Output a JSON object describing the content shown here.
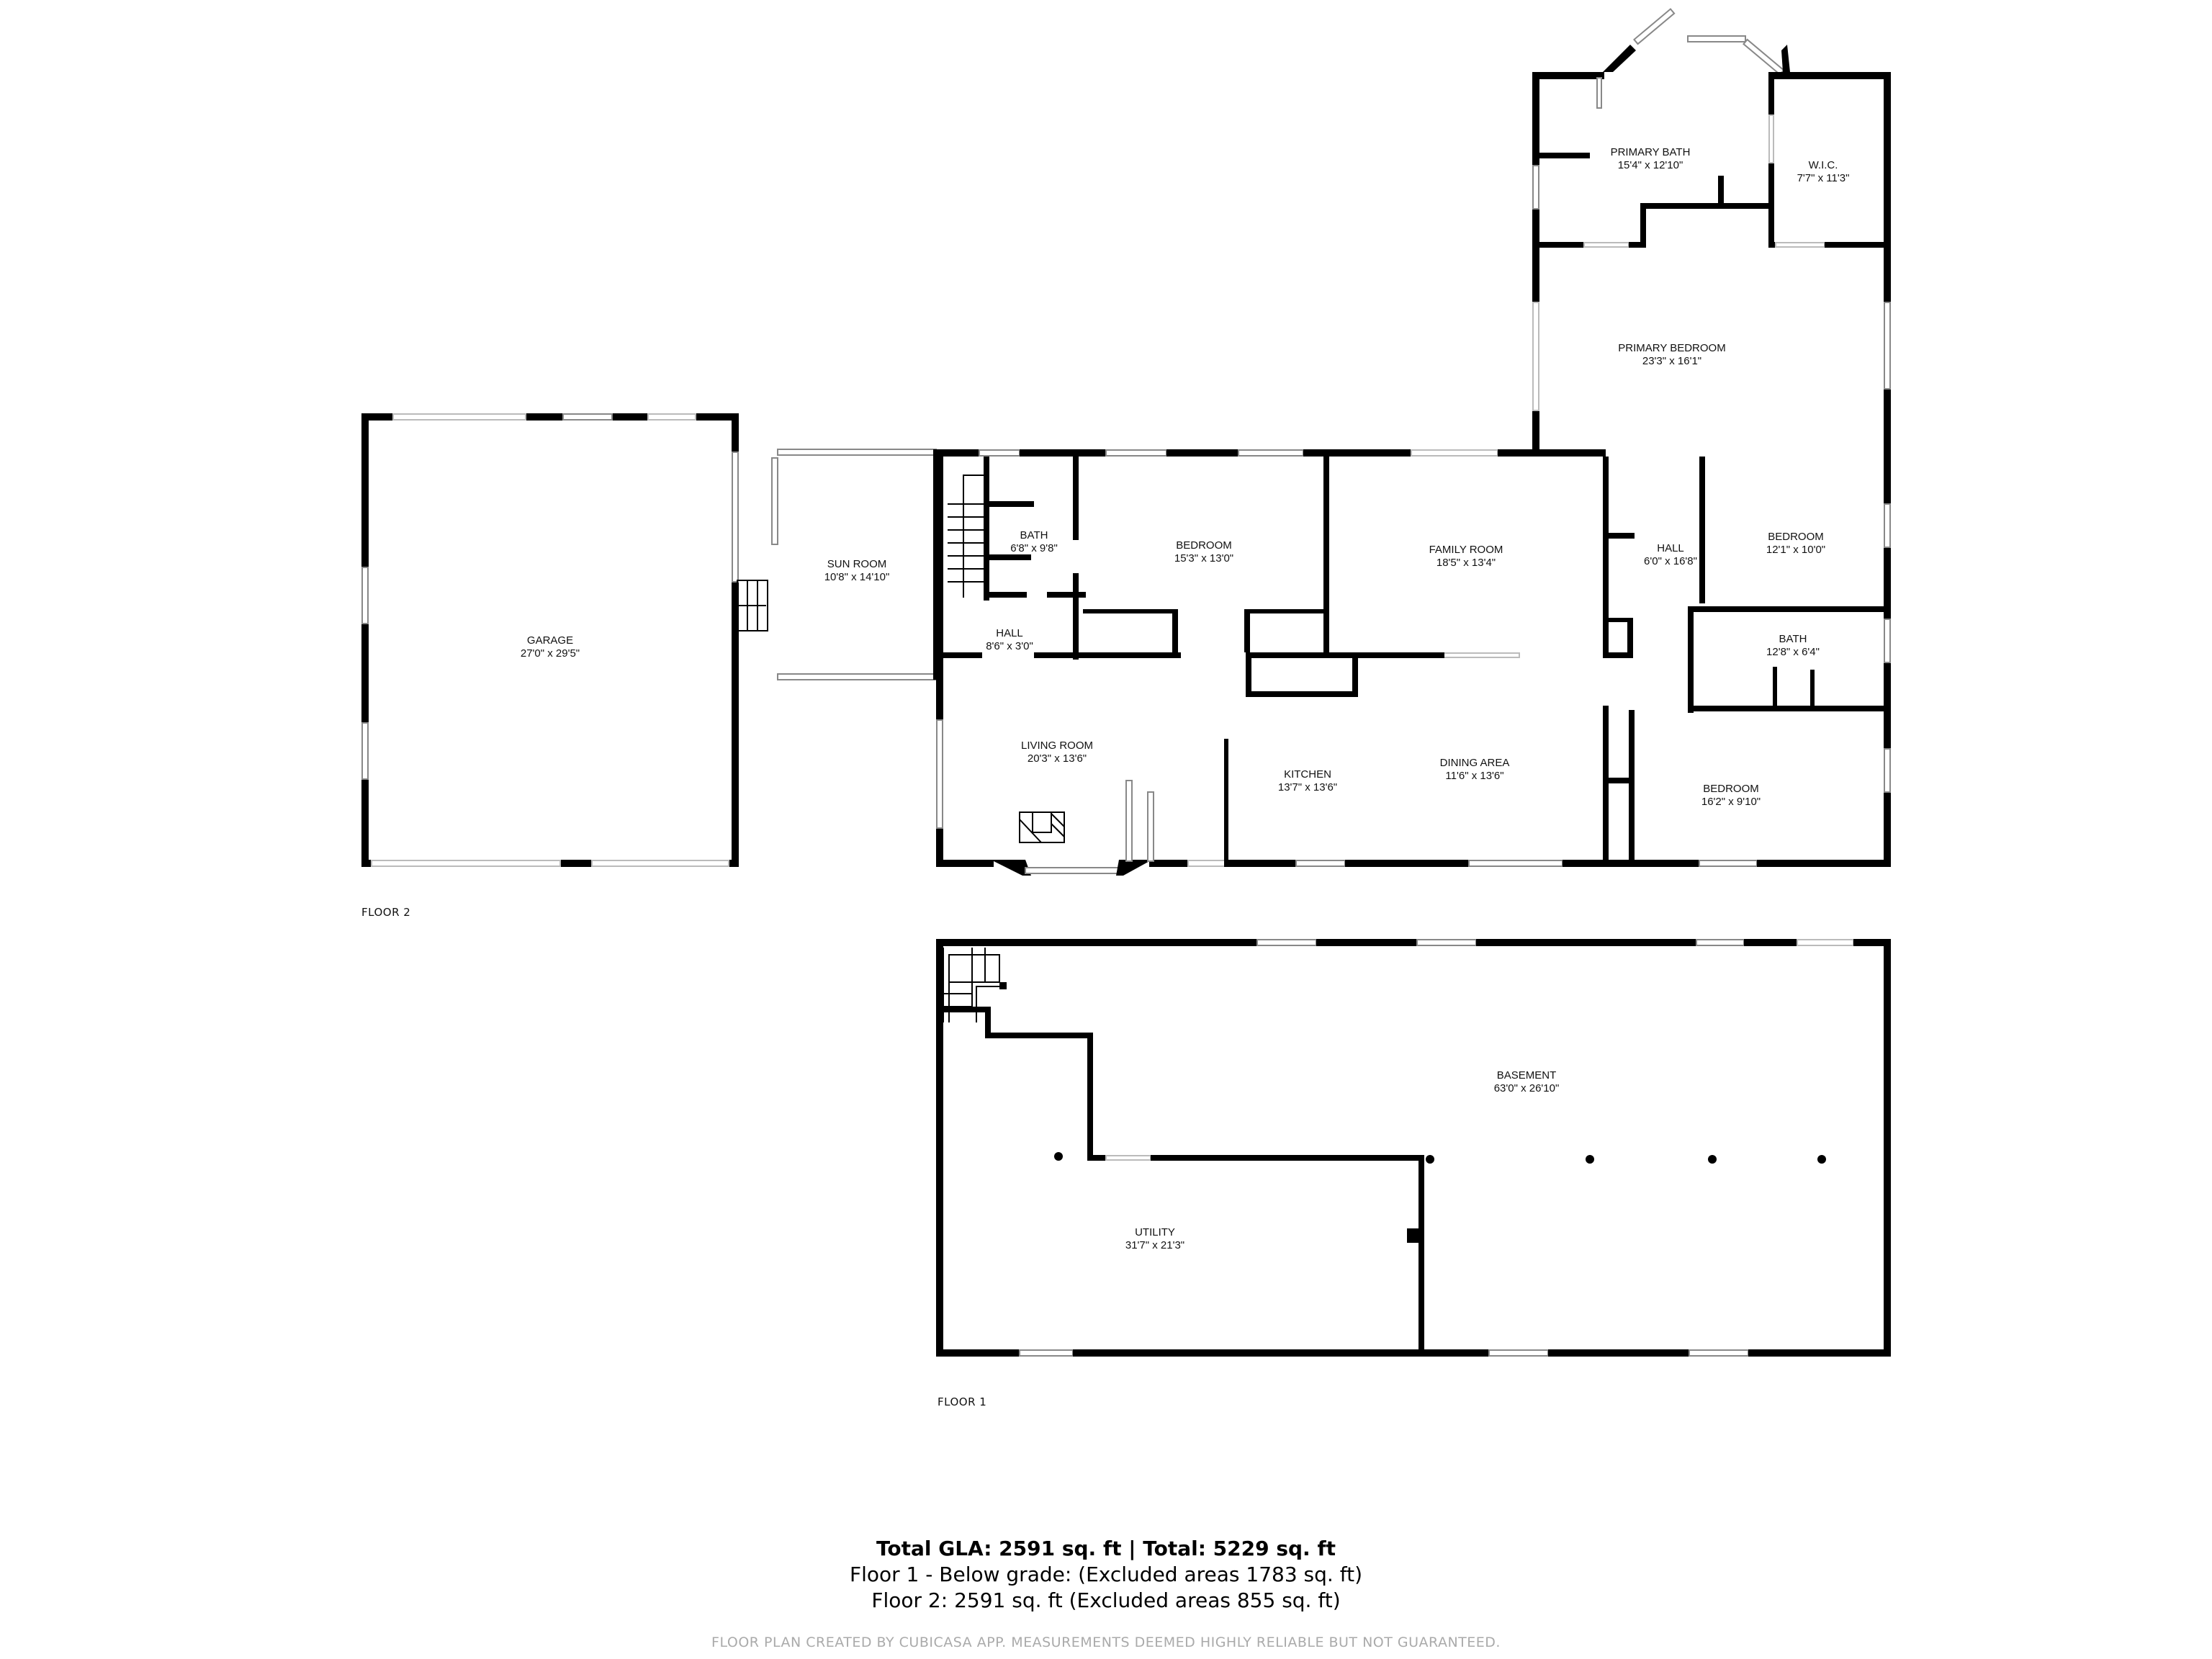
{
  "floor2": {
    "label": "FLOOR 2",
    "rooms": [
      {
        "name": "GARAGE",
        "dims": "27'0\" x 29'5\""
      },
      {
        "name": "SUN ROOM",
        "dims": "10'8\" x 14'10\""
      },
      {
        "name": "BATH",
        "dims": "6'8\" x 9'8\""
      },
      {
        "name": "HALL",
        "dims": "8'6\" x 3'0\""
      },
      {
        "name": "BEDROOM",
        "dims": "15'3\" x 13'0\""
      },
      {
        "name": "FAMILY ROOM",
        "dims": "18'5\" x 13'4\""
      },
      {
        "name": "LIVING ROOM",
        "dims": "20'3\" x 13'6\""
      },
      {
        "name": "KITCHEN",
        "dims": "13'7\" x 13'6\""
      },
      {
        "name": "DINING AREA",
        "dims": "11'6\" x 13'6\""
      },
      {
        "name": "PRIMARY BATH",
        "dims": "15'4\" x 12'10\""
      },
      {
        "name": "W.I.C.",
        "dims": "7'7\" x 11'3\""
      },
      {
        "name": "PRIMARY BEDROOM",
        "dims": "23'3\" x 16'1\""
      },
      {
        "name": "HALL",
        "dims": "6'0\" x 16'8\""
      },
      {
        "name": "BEDROOM",
        "dims": "12'1\" x 10'0\""
      },
      {
        "name": "BATH",
        "dims": "12'8\" x 6'4\""
      },
      {
        "name": "BEDROOM",
        "dims": "16'2\" x 9'10\""
      }
    ]
  },
  "floor1": {
    "label": "FLOOR 1",
    "rooms": [
      {
        "name": "BASEMENT",
        "dims": "63'0\" x 26'10\""
      },
      {
        "name": "UTILITY",
        "dims": "31'7\" x 21'3\""
      }
    ]
  },
  "summary": {
    "total": "Total GLA: 2591 sq. ft | Total: 5229 sq. ft",
    "floor1": "Floor 1 - Below grade: (Excluded areas 1783 sq. ft)",
    "floor2": "Floor 2: 2591 sq. ft (Excluded areas 855 sq. ft)",
    "disclaimer": "FLOOR PLAN CREATED BY CUBICASA APP. MEASUREMENTS DEEMED HIGHLY RELIABLE BUT NOT GUARANTEED."
  }
}
